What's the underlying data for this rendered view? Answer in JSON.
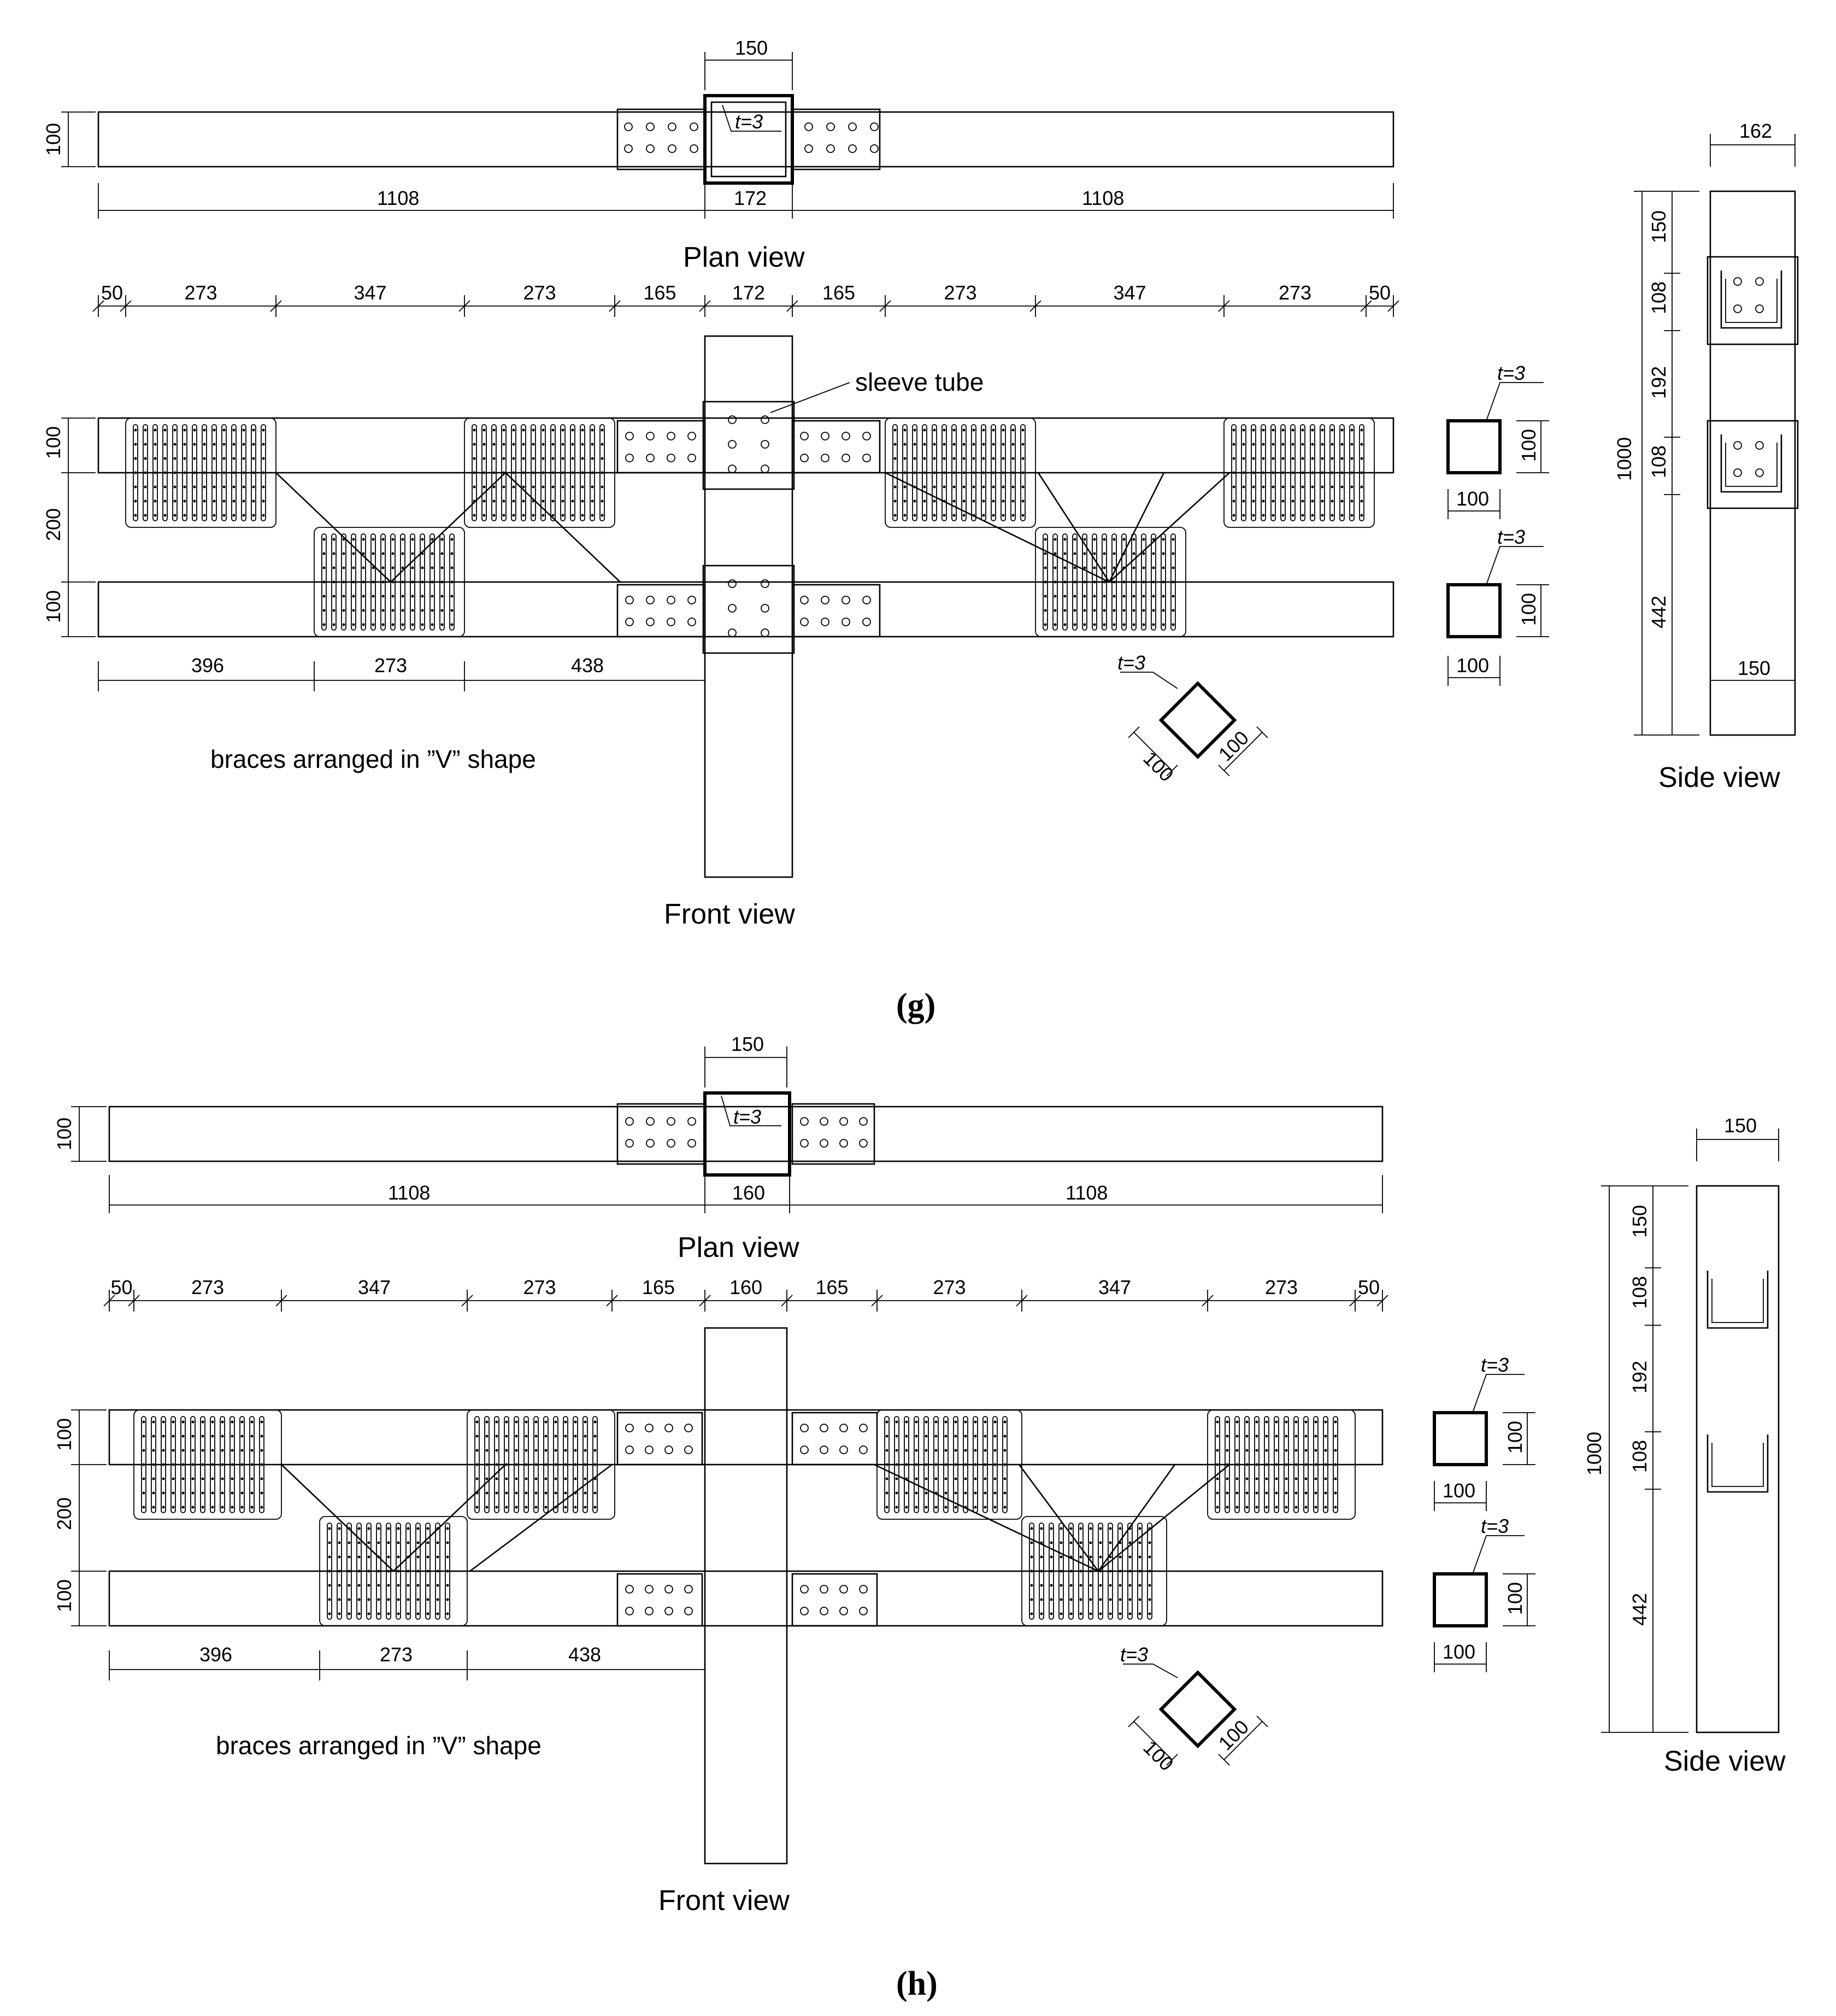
{
  "figures": [
    {
      "caption": "(g)",
      "plan_view": {
        "title": "Plan view",
        "dim_top": "150",
        "dim_height": "100",
        "dims_bottom": [
          "1108",
          "172",
          "1108"
        ],
        "thickness_label": "t=3"
      },
      "front_view": {
        "title": "Front view",
        "dims_top": [
          "50",
          "273",
          "347",
          "273",
          "165",
          "172",
          "165",
          "273",
          "347",
          "273",
          "50"
        ],
        "dims_left": [
          "100",
          "200",
          "100"
        ],
        "dims_bottom": [
          "396",
          "273",
          "438"
        ],
        "note": "braces arranged in ”V” shape",
        "sleeve_label": "sleeve tube"
      },
      "sections": {
        "upper": {
          "t": "t=3",
          "w": "100",
          "h": "100"
        },
        "lower": {
          "t": "t=3",
          "w": "100",
          "h": "100"
        },
        "diag": {
          "t": "t=3",
          "a": "100",
          "b": "100"
        }
      },
      "side_view": {
        "title": "Side view",
        "dim_top": "162",
        "dim_total": "1000",
        "dims_segments": [
          "150",
          "108",
          "192",
          "108",
          "442"
        ],
        "dim_bottom": "150"
      }
    },
    {
      "caption": "(h)",
      "plan_view": {
        "title": "Plan view",
        "dim_top": "150",
        "dim_height": "100",
        "dims_bottom": [
          "1108",
          "160",
          "1108"
        ],
        "thickness_label": "t=3"
      },
      "front_view": {
        "title": "Front view",
        "dims_top": [
          "50",
          "273",
          "347",
          "273",
          "165",
          "160",
          "165",
          "273",
          "347",
          "273",
          "50"
        ],
        "dims_left": [
          "100",
          "200",
          "100"
        ],
        "dims_bottom": [
          "396",
          "273",
          "438"
        ],
        "note": "braces arranged in ”V” shape"
      },
      "sections": {
        "upper": {
          "t": "t=3",
          "w": "100",
          "h": "100"
        },
        "lower": {
          "t": "t=3",
          "w": "100",
          "h": "100"
        },
        "diag": {
          "t": "t=3",
          "a": "100",
          "b": "100"
        }
      },
      "side_view": {
        "title": "Side view",
        "dim_top": "150",
        "dim_total": "1000",
        "dims_segments": [
          "150",
          "108",
          "192",
          "108",
          "442"
        ]
      }
    }
  ]
}
